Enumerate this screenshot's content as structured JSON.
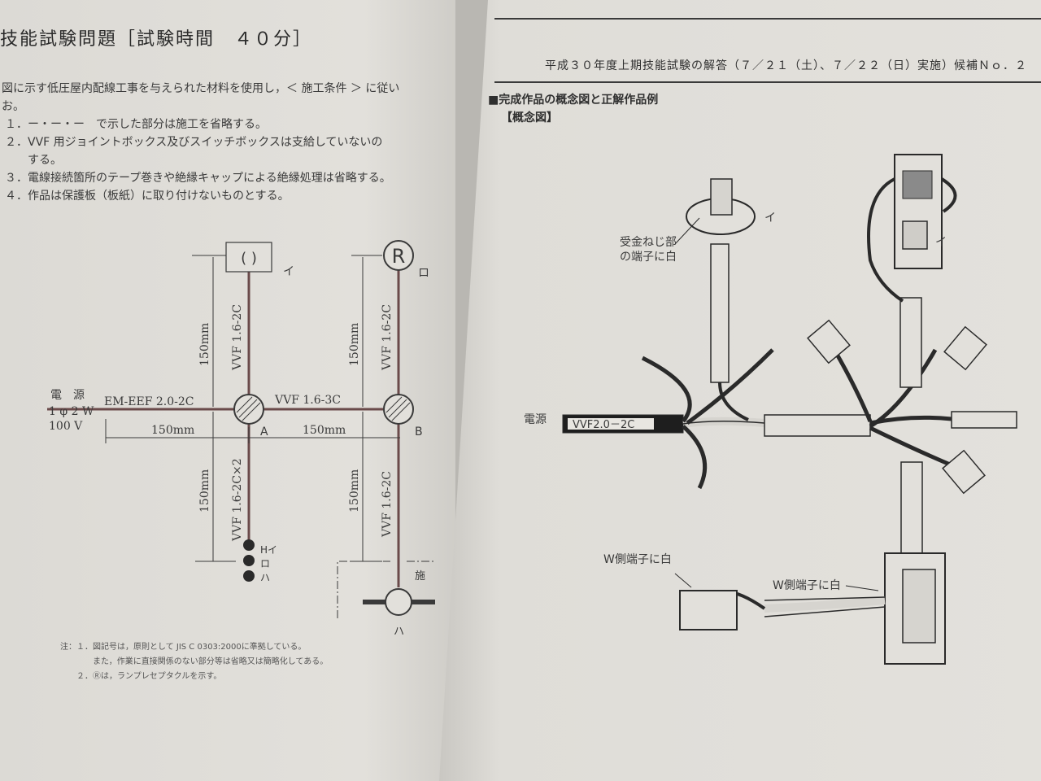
{
  "left_page": {
    "title": "技能試験問題［試験時間　４０分］",
    "intro_line1": "図に示す低圧屋内配線工事を与えられた材料を使用し，＜ 施工条件 ＞ に従い",
    "intro_line2": "お。",
    "conditions": [
      "１．ー・ー・ー　で示した部分は施工を省略する。",
      "２．VVF 用ジョイントボックス及びスイッチボックスは支給していないの",
      "　　する。",
      "３．電線接続箇所のテープ巻きや絶縁キャップによる絶縁処理は省略する。",
      "４．作品は保護板（板紙）に取り付けないものとする。"
    ],
    "diagram": {
      "source_label_1": "電　源",
      "source_label_2": "1 φ 2 W",
      "source_label_3": "100 V",
      "cable_main": "EM-EEF 2.0-2C",
      "cable_ab": "VVF 1.6-3C",
      "cable_a_up": "VVF 1.6-2C",
      "cable_a_down": "VVF 1.6-2C×2",
      "cable_b_up": "VVF 1.6-2C",
      "cable_b_down": "VVF 1.6-2C",
      "dim_150": "150mm",
      "box_a": "A",
      "box_b": "B",
      "pendant_symbol": "( )",
      "receptacle_symbol": "R",
      "label_i": "イ",
      "label_ro": "ロ",
      "label_ha": "ハ",
      "switch_labels": [
        "Hイ",
        "ロ",
        "ハ"
      ],
      "omit_label": "施"
    },
    "notes": [
      "注：１．図記号は，原則として JIS C 0303:2000に準拠している。",
      "　　　　また，作業に直接関係のない部分等は省略又は簡略化してある。",
      "　　２．Ⓡは，ランプレセプタクルを示す。"
    ]
  },
  "right_page": {
    "header": "平成３０年度上期技能試験の解答（７／２１（土）、７／２２（日）実施）候補Ｎｏ．２",
    "section_title": "■完成作品の概念図と正解作品例",
    "subsection": "【概念図】",
    "source_label": "電源",
    "cable_label": "VVF2.0－2C",
    "annotation_receptacle": "受金ねじ部の端子に白",
    "annotation_receptacle_l1": "受金ねじ部",
    "annotation_receptacle_l2": "の端子に白",
    "annotation_w1": "W側端子に白",
    "annotation_w2": "W側端子に白",
    "label_i_1": "イ",
    "label_i_2": "イ"
  }
}
